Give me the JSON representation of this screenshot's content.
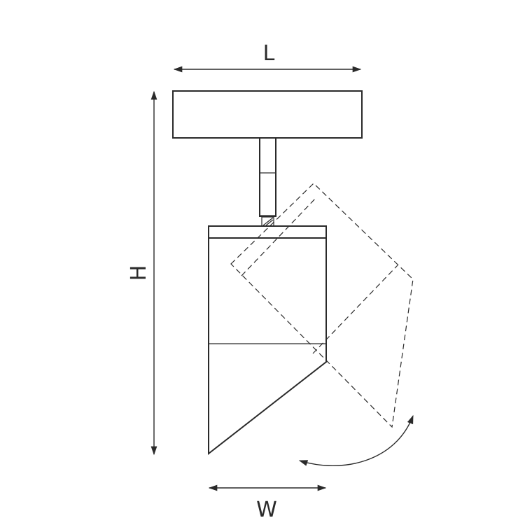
{
  "dimensions": {
    "length_label": "L",
    "height_label": "H",
    "width_label": "W"
  }
}
